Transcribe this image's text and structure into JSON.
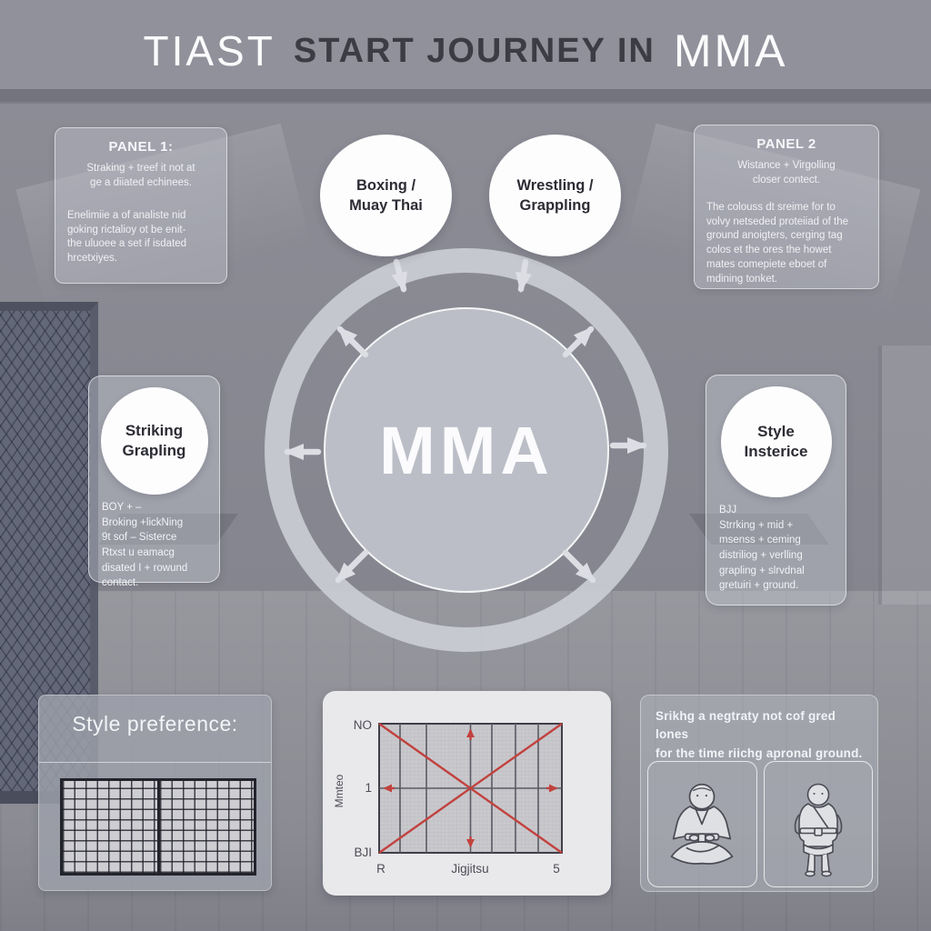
{
  "title": {
    "part1": "TIAST",
    "part2": "START JOURNEY IN",
    "part3": "MMA"
  },
  "panel1": {
    "title": "PANEL 1:",
    "para1": "Straking + treef it not at\nge a diiated echinees.",
    "para2": "Enelimiie a of analiste nid\ngoking rictalioy ot be enit-\nthe uluoee a set if isdated\nhrcetxiyes."
  },
  "panel2": {
    "title": "PANEL 2",
    "subtitle": "Wistance + Virgolling\ncloser contect.",
    "para": "The colouss dt sreime for to\nvolvy netseded proteiiad of the\nground anoigters, cerging tag\ncolos et the ores the howet\nmates comepiete eboet of\nmdining tonket."
  },
  "nodes": {
    "boxing": "Boxing /\nMuay Thai",
    "wrestling": "Wrestling /\nGrappling",
    "center": "MMA"
  },
  "left_card": {
    "circle": "Striking\nGrapling",
    "body": "BOY + –\nBroking +lickNing\n9t sof – Sisterce\nRtxst u eamacg\ndisated I + rowund\ncontact."
  },
  "right_card": {
    "circle": "Style\nInsterice",
    "body": "BJJ\nStrrking + mid +\nmsenss + ceming\ndistriliog + verlling\ngrapling + slrvdnal\ngretuiri + ground."
  },
  "style_pref": {
    "title": "Style preference:"
  },
  "chart_data": {
    "type": "line",
    "title": "",
    "xlabel": "Jigjitsu",
    "ylabel": "Mmteo",
    "x_tick_labels": [
      "R",
      "5"
    ],
    "y_tick_labels": [
      "NO",
      "1",
      "BJI"
    ],
    "x_range": [
      0,
      1
    ],
    "y_range": [
      0,
      1
    ],
    "grid": true,
    "legend": false,
    "accent_color": "#c2423e",
    "series": [
      {
        "name": "diagonal-descending",
        "x": [
          0,
          1
        ],
        "y": [
          1,
          0
        ]
      },
      {
        "name": "diagonal-ascending",
        "x": [
          0,
          1
        ],
        "y": [
          0,
          1
        ]
      },
      {
        "name": "horizontal-center-axis",
        "x": [
          0,
          1
        ],
        "y": [
          0.5,
          0.5
        ]
      },
      {
        "name": "vertical-center-axis",
        "x": [
          0.5,
          0.5
        ],
        "y": [
          0,
          1
        ]
      }
    ]
  },
  "bottom_right": {
    "caption": "Srikhg a negtraty not cof gred lones\nfor the time riichg apronal ground.",
    "figure1": "seated gi figure",
    "figure2": "standing gi figure"
  },
  "colors": {
    "background": "#8b8b94",
    "panel_glass": "#c4c8d2",
    "hub_fill": "#bdc0c7",
    "accent_red": "#c2423e",
    "white_node": "#fdfdfe"
  }
}
